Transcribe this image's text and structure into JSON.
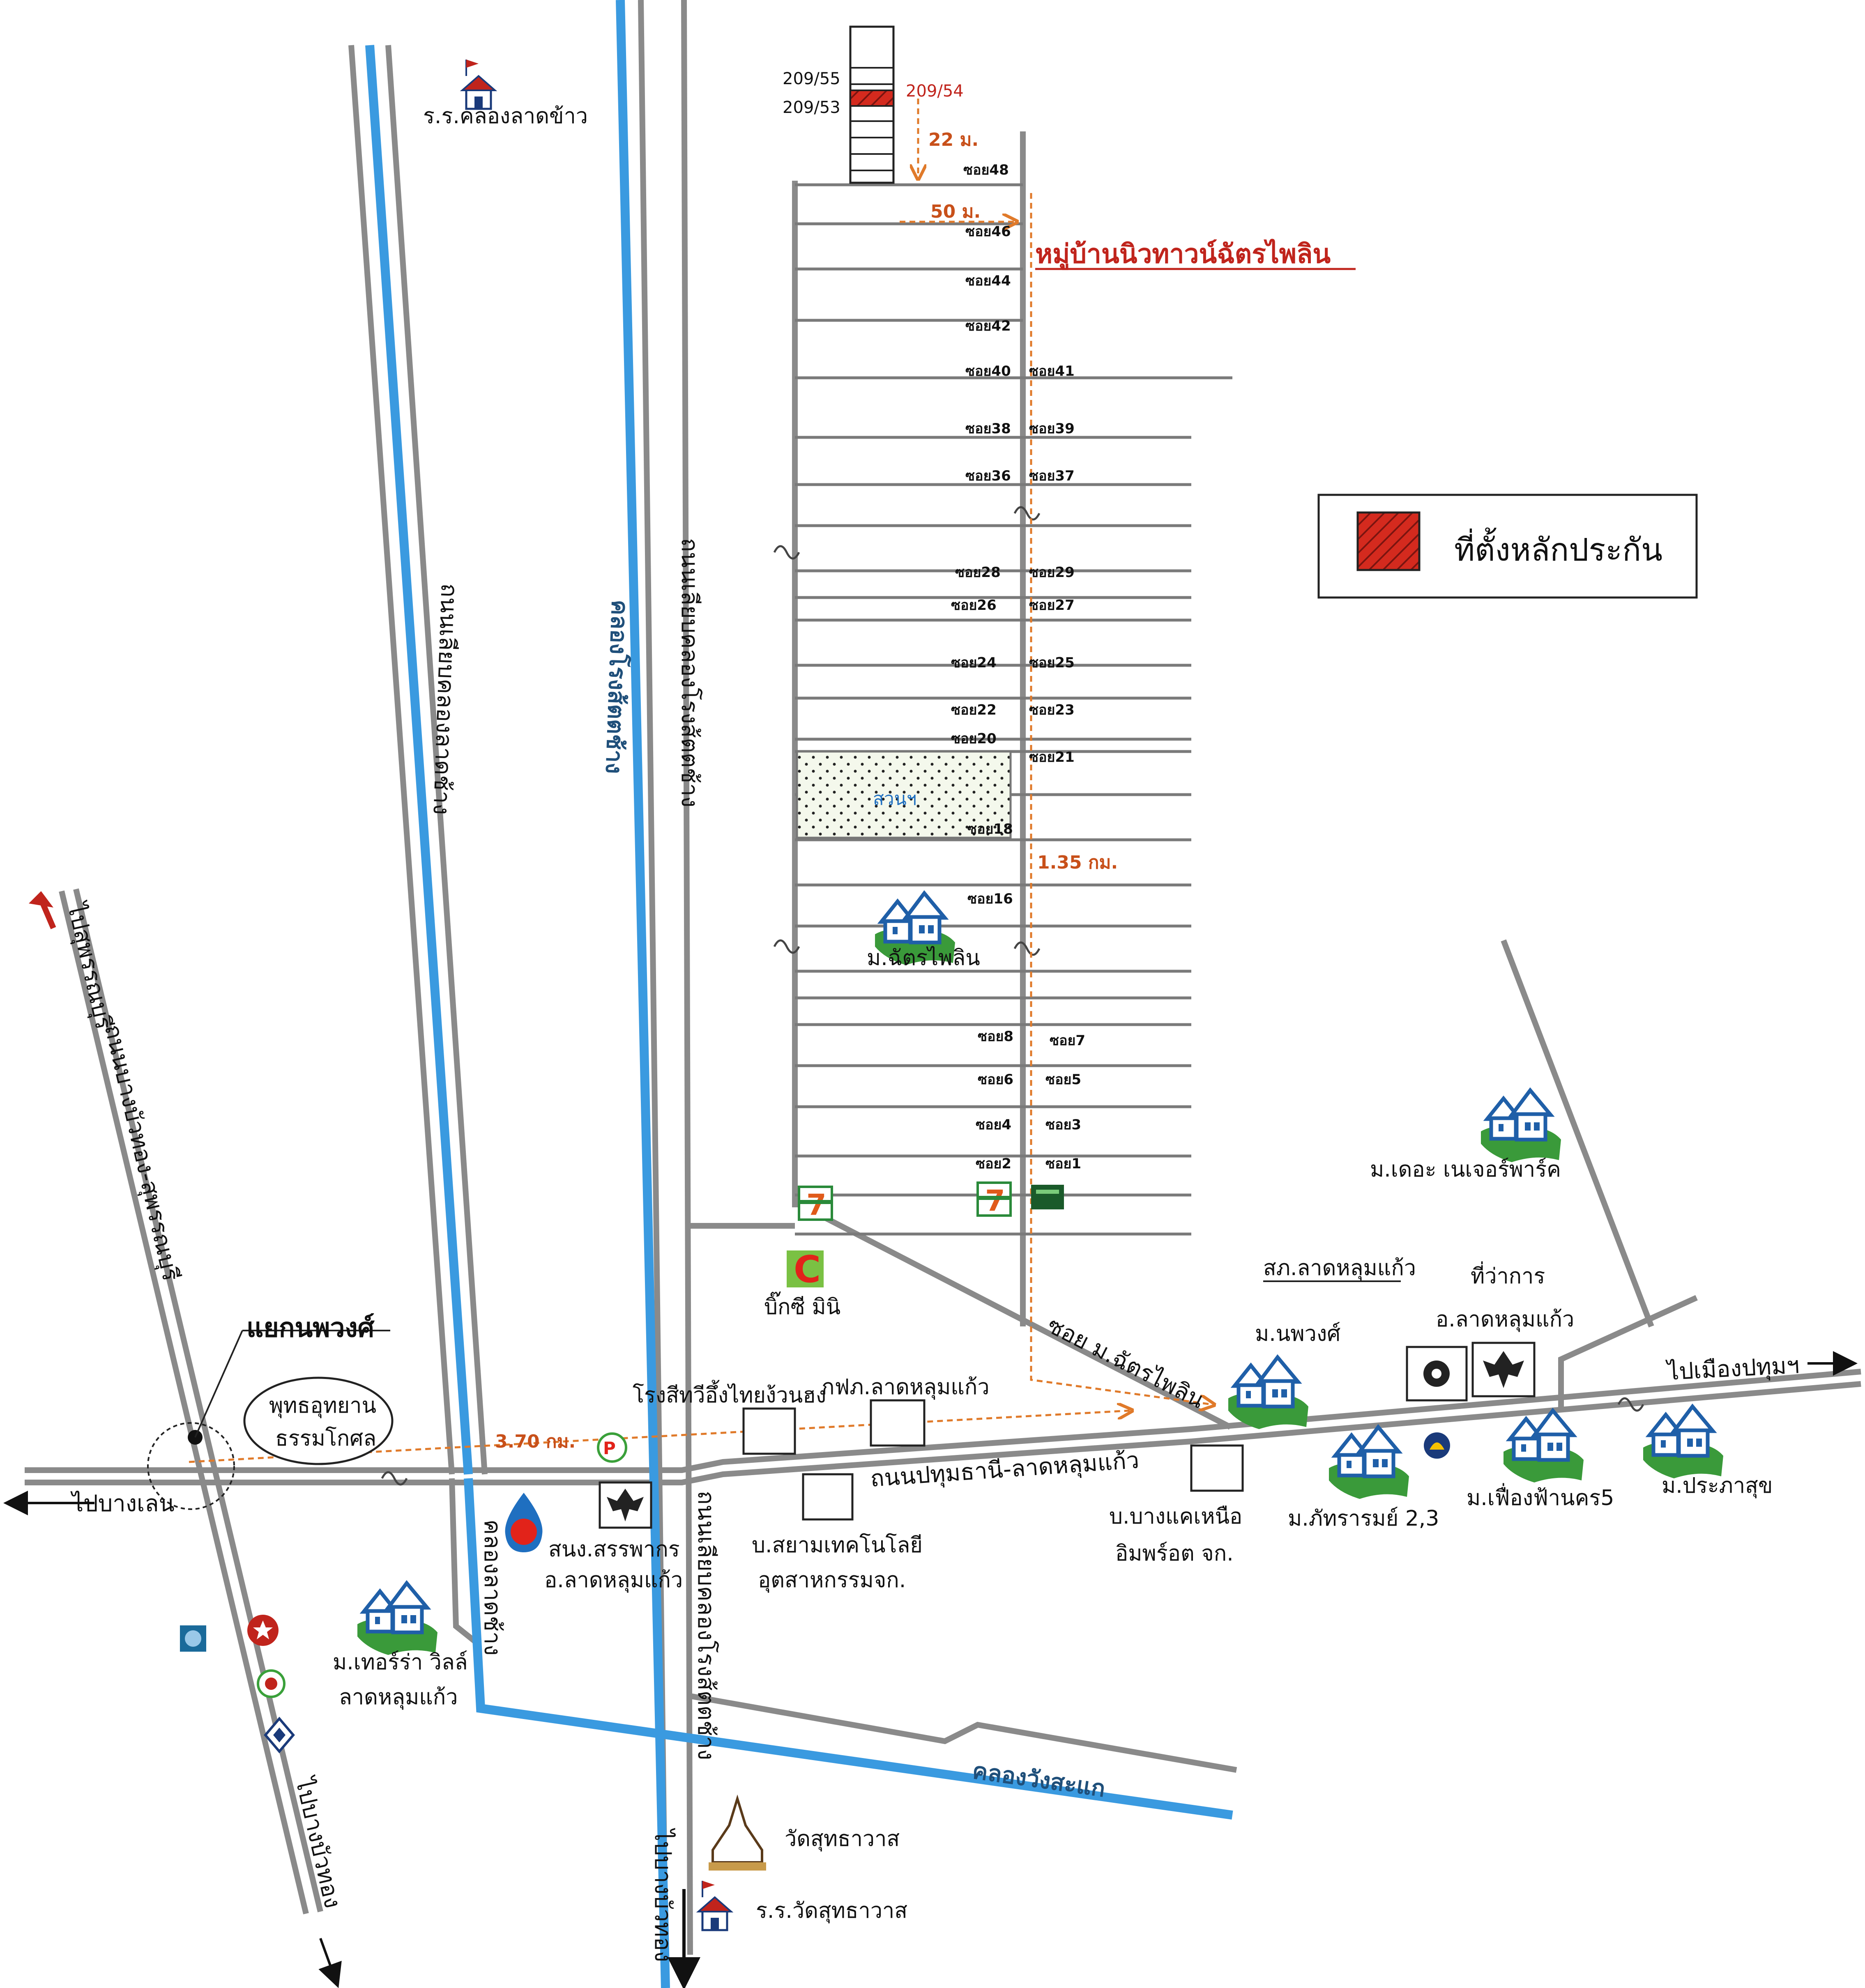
{
  "legend": {
    "label": "ที่ตั้งหลักประกัน",
    "swatch_color": "#d42a1e"
  },
  "village": {
    "name": "หมู่บ้านนิวทาวน์ฉัตรไพลิน"
  },
  "plots": {
    "upper": "209/55",
    "target": "209/54",
    "lower": "209/53"
  },
  "distances": {
    "d22": "22 ม.",
    "d50": "50 ม.",
    "d135": "1.35 กม.",
    "d370": "3.70 กม."
  },
  "sois_left": [
    "ซอย48",
    "ซอย46",
    "ซอย44",
    "ซอย42",
    "ซอย40",
    "ซอย38",
    "ซอย36",
    "ซอย28",
    "ซอย26",
    "ซอย24",
    "ซอย22",
    "ซอย20",
    "ซอย18",
    "ซอย16",
    "ซอย8",
    "ซอย6",
    "ซอย4",
    "ซอย2"
  ],
  "sois_right": [
    "ซอย41",
    "ซอย39",
    "ซอย37",
    "ซอย29",
    "ซอย27",
    "ซอย25",
    "ซอย23",
    "ซอย21",
    "ซอย7",
    "ซอย5",
    "ซอย3",
    "ซอย1"
  ],
  "field": "สวนฯ",
  "roads": {
    "main": "ถนนปทุมธานี-ลาดหลุมแก้ว",
    "soi_chatpailin": "ซอย ม.ฉัตรไพลิน",
    "canal_road_left": "ถนนเลียบคลองลาดช้าง",
    "canal_road_right": "ถนนเลียบคลองโรงส้ตตช้าง",
    "canal_road_south": "ถนนเลียบคลองโรงส้ตตช้าง",
    "diagonal": "ถนนบางบัวทอง-สุพรรณบุรี"
  },
  "canals": {
    "rong_sat": "คลองโรงส้ตตช้าง",
    "lat_chang": "คลองลาดช้าง",
    "wang_sakae": "คลองวังสะแก"
  },
  "directions": {
    "to_suphan": "ไปสุพรรณบุรี",
    "to_bang_len": "ไปบางเลน",
    "to_pathum": "ไปเมืองปทุมฯ",
    "to_bang_bua_thong_left": "ไปบางบัวทอง",
    "to_bang_bua_thong_center": "ไปบางบัวทอง"
  },
  "junction": {
    "name": "แยกนพวงศ์"
  },
  "places": {
    "school_top": "ร.ร.คลองลาดข้าว",
    "buddha_park_1": "พุทธอุทยาน",
    "buddha_park_2": "ธรรมโกศล",
    "village_chatpailin": "ม.ฉัตรไพลิน",
    "big_c": "บิ๊กซี มินิ",
    "rice_mill": "โรงสีทวีอึ้งไทยง้วนฮง",
    "pea": "กฟภ.ลาดหลุมแก้ว",
    "police": "สภ.ลาดหลุมแก้ว",
    "district_1": "ที่ว่าการ",
    "district_2": "อ.ลาดหลุมแก้ว",
    "nature_park": "ม.เดอะ เนเจอร์พาร์ค",
    "noppawong": "ม.นพวงศ์",
    "pathara": "ม.ภัทรารมย์ 2,3",
    "fuengfah": "ม.เฟื่องฟ้านคร5",
    "prapasuk": "ม.ประภาสุข",
    "revenue_1": "สนง.สรรพากร",
    "revenue_2": "อ.ลาดหลุมแก้ว",
    "siam_tech_1": "บ.สยามเทคโนโลยี",
    "siam_tech_2": "อุตสาหกรรมจก.",
    "bangkae_1": "บ.บางแคเหนือ",
    "bangkae_2": "อิมพร์อต จก.",
    "terra_1": "ม.เทอร์ร่า วิลล์",
    "terra_2": "ลาดหลุมแก้ว",
    "wat": "วัดสุทธาวาส",
    "school_wat": "ร.ร.วัดสุทธาวาส"
  },
  "colors": {
    "road_gray": "#8a8a8a",
    "canal_blue": "#3a9ae0",
    "dash_orange": "#e07a2a",
    "red": "#d42a1e"
  },
  "icons": [
    "house-icon",
    "school-icon",
    "seven-eleven-icon",
    "big-c-icon",
    "garuda-icon",
    "ptt-icon",
    "pt-station-icon",
    "bank-icon",
    "temple-icon",
    "police-icon"
  ]
}
